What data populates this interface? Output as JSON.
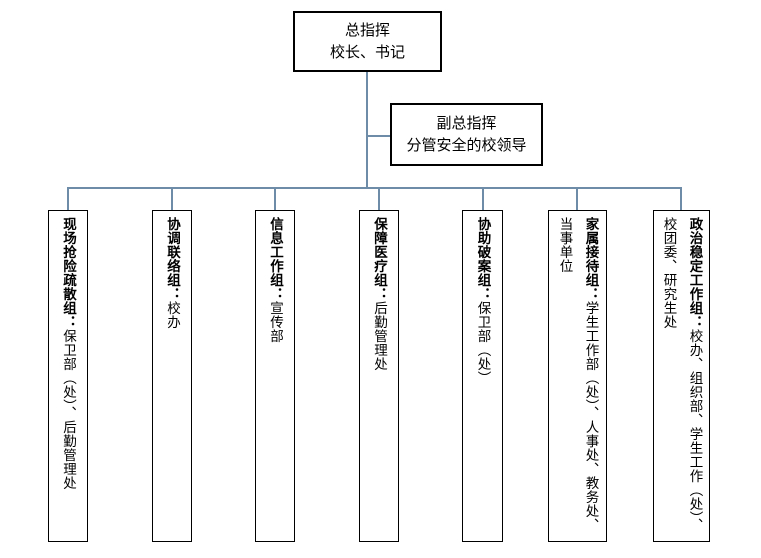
{
  "commander": {
    "line1": "总指挥",
    "line2": "校长、书记"
  },
  "deputy": {
    "line1": "副总指挥",
    "line2": "分管安全的校领导"
  },
  "groups": [
    {
      "columns": [
        {
          "heading": "现场抢险疏散组：",
          "text": "保卫部（处）、后勤管理处"
        }
      ]
    },
    {
      "columns": [
        {
          "heading": "协调联络组：",
          "text": "校办"
        }
      ]
    },
    {
      "columns": [
        {
          "heading": "信息工作组：",
          "text": "宣传部"
        }
      ]
    },
    {
      "columns": [
        {
          "heading": "保障医疗组：",
          "text": "后勤管理处"
        }
      ]
    },
    {
      "columns": [
        {
          "heading": "协助破案组：",
          "text": "保卫部（处）"
        }
      ]
    },
    {
      "columns": [
        {
          "heading": "家属接待组：",
          "text": "学生工作部（处）、人事处、教务处、"
        },
        {
          "heading": "",
          "text": "当事单位"
        }
      ]
    },
    {
      "columns": [
        {
          "heading": "政治稳定工作组：",
          "text": "校办、组织部、学生工作（处）、"
        },
        {
          "heading": "",
          "text": "校团委、研究生处"
        }
      ]
    }
  ],
  "colors": {
    "connector": "#6e8ca8",
    "box_border": "#000000",
    "background": "#ffffff"
  }
}
